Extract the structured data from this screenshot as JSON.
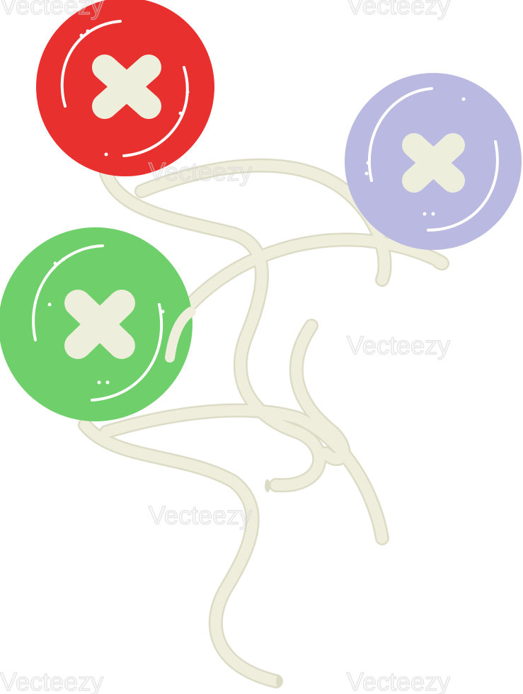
{
  "image": {
    "subject": "three cartoon sewing buttons with loose thread",
    "watermark_text": "Vecteezy",
    "colors": {
      "red_button": "#e8312f",
      "blue_button": "#b9b9e2",
      "green_button": "#6fcf6a",
      "thread": "#efeedd",
      "thread_outline": "#dcdcc6",
      "button_highlight": "#ffffff",
      "stitch": "#eeeedd"
    },
    "buttons": [
      {
        "name": "red-button",
        "color": "red_button"
      },
      {
        "name": "blue-button",
        "color": "blue_button"
      },
      {
        "name": "green-button",
        "color": "green_button"
      }
    ]
  }
}
